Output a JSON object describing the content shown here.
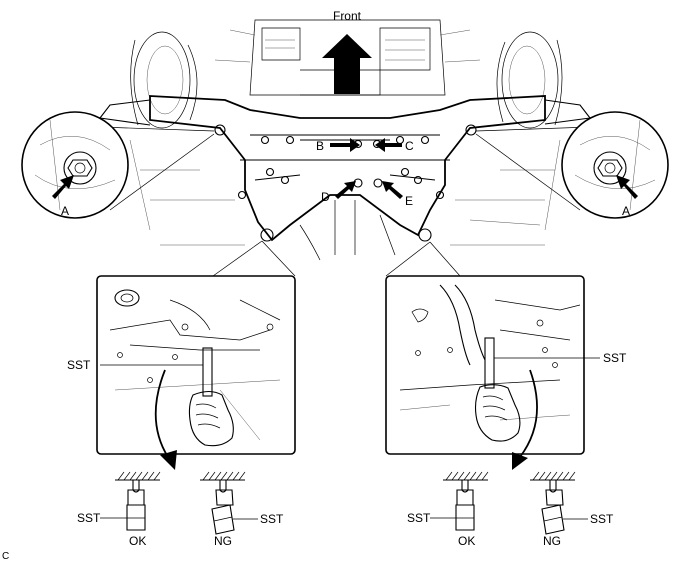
{
  "labels": {
    "front": "Front",
    "a_left": "A",
    "a_right": "A",
    "b": "B",
    "c": "C",
    "d": "D",
    "e": "E",
    "sst_left_panel": "SST",
    "sst_right_panel": "SST",
    "sst_ok_left": "SST",
    "sst_ng_left": "SST",
    "sst_ok_right": "SST",
    "sst_ng_right": "SST",
    "ok_left": "OK",
    "ng_left": "NG",
    "ok_right": "OK",
    "ng_right": "NG",
    "figure_code": "C"
  }
}
